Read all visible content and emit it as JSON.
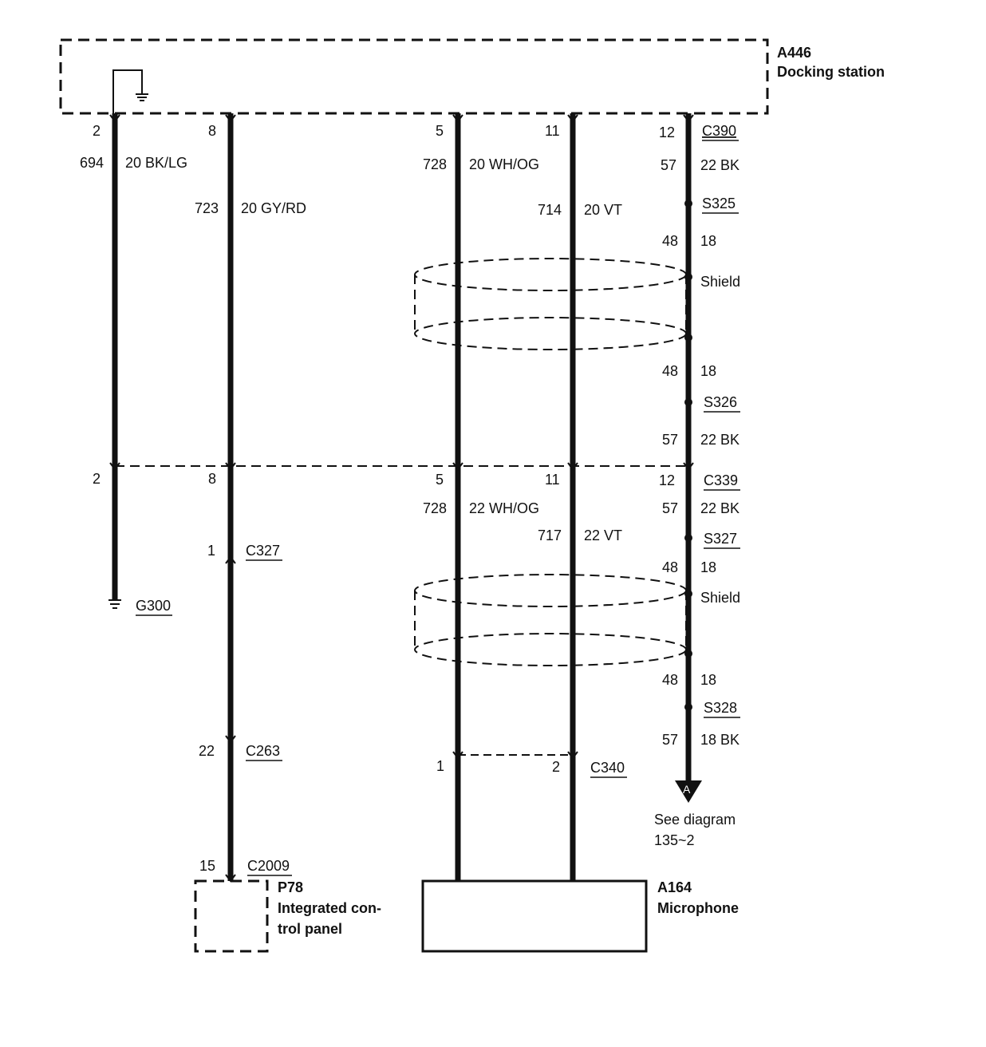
{
  "components": {
    "docking_station": {
      "id": "A446",
      "name": "Docking station"
    },
    "control_panel": {
      "id": "P78",
      "name_line1": "Integrated con-",
      "name_line2": "trol panel"
    },
    "microphone": {
      "id": "A164",
      "name": "Microphone"
    }
  },
  "connectors": {
    "c390": "C390",
    "c339": "C339",
    "c327": "C327",
    "c263": "C263",
    "c2009": "C2009",
    "c340": "C340",
    "g300": "G300",
    "s325": "S325",
    "s326": "S326",
    "s327": "S327",
    "s328": "S328"
  },
  "pins": {
    "top": {
      "w1": "2",
      "w2": "8",
      "w3": "5",
      "w4": "11",
      "w5": "12"
    },
    "mid": {
      "w1": "2",
      "w2": "8",
      "w3": "5",
      "w4": "11",
      "w5": "12"
    },
    "c327": "1",
    "c263": "22",
    "c2009": "15",
    "c340_a": "1",
    "c340_b": "2"
  },
  "wires": {
    "w1": {
      "circuit": "694",
      "spec": "20 BK/LG"
    },
    "w2": {
      "circuit": "723",
      "spec": "20 GY/RD"
    },
    "w3_upper": {
      "circuit": "728",
      "spec": "20 WH/OG"
    },
    "w4_upper": {
      "circuit": "714",
      "spec": "20 VT"
    },
    "w5_a": {
      "circuit": "57",
      "spec": "22 BK"
    },
    "w5_b": {
      "circuit": "48",
      "spec": "18"
    },
    "w5_c": {
      "circuit": "48",
      "spec": "18"
    },
    "w5_d": {
      "circuit": "57",
      "spec": "22 BK"
    },
    "w3_lower": {
      "circuit": "728",
      "spec": "22 WH/OG"
    },
    "w4_lower": {
      "circuit": "717",
      "spec": "22 VT"
    },
    "w5_e": {
      "circuit": "57",
      "spec": "22 BK"
    },
    "w5_f": {
      "circuit": "48",
      "spec": "18"
    },
    "w5_g": {
      "circuit": "48",
      "spec": "18"
    },
    "w5_h": {
      "circuit": "57",
      "spec": "18 BK"
    }
  },
  "shield_label": "Shield",
  "arrow_letter": "A",
  "see_diagram": {
    "line1": "See diagram",
    "line2": "135~2"
  },
  "colors": {
    "ink": "#111111",
    "background": "#ffffff"
  }
}
